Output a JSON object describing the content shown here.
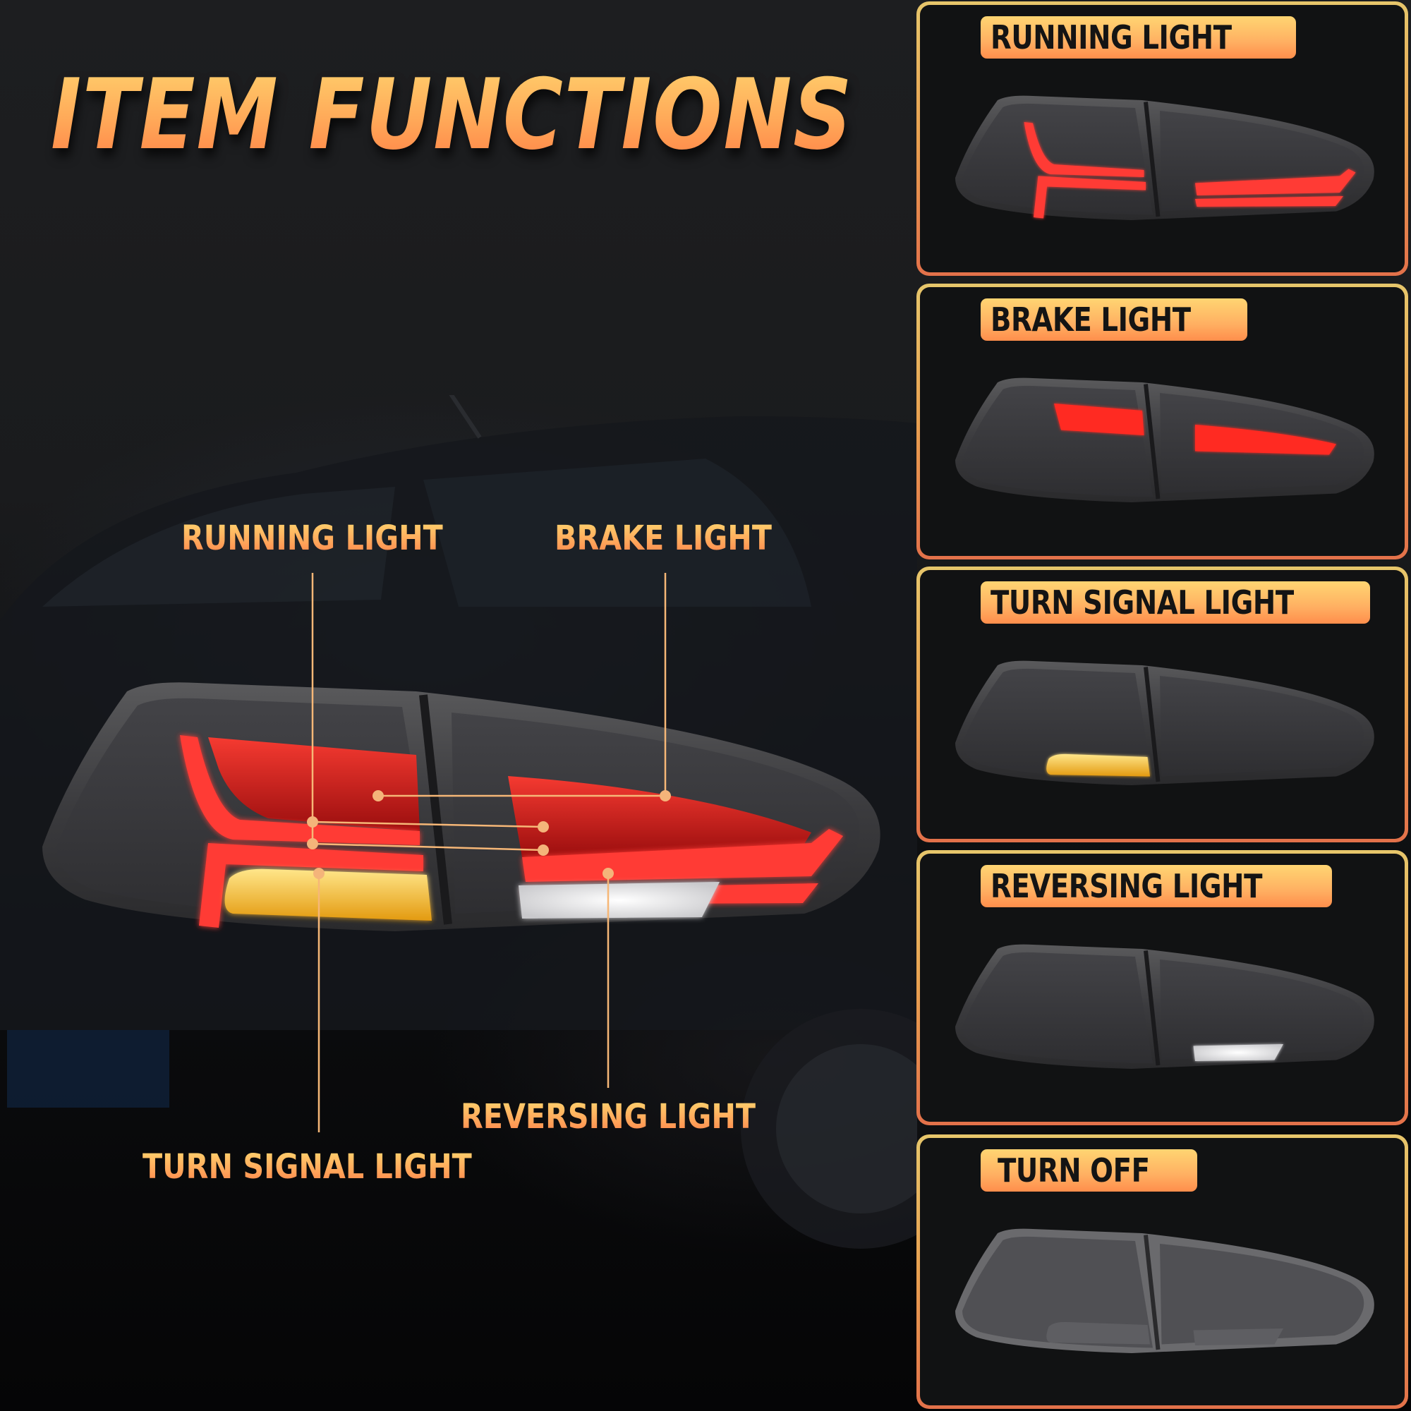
{
  "title": "ITEM FUNCTIONS",
  "colors": {
    "accent_gold": "#ffd46e",
    "accent_orange": "#ff7e45",
    "panel_border_top": "#e7c66b",
    "panel_border_bottom": "#e3714a",
    "panel_bg": "#111213",
    "red_light": "#ff2a2a",
    "amber_light": "#ffc21a",
    "white_light": "#ffffff"
  },
  "callouts": {
    "running": "RUNNING LIGHT",
    "brake": "BRAKE LIGHT",
    "reversing": "REVERSING LIGHT",
    "turn_signal": "TURN SIGNAL LIGHT"
  },
  "panels": [
    {
      "label": "RUNNING LIGHT",
      "state": "running",
      "icon": "arrow-right-icon"
    },
    {
      "label": "BRAKE LIGHT",
      "state": "brake",
      "icon": "arrow-right-icon"
    },
    {
      "label": "TURN SIGNAL LIGHT",
      "state": "turn",
      "icon": "arrow-right-icon"
    },
    {
      "label": "REVERSING LIGHT",
      "state": "reverse",
      "icon": "arrow-right-icon"
    },
    {
      "label": "TURN OFF",
      "state": "off",
      "icon": "arrow-right-icon"
    }
  ]
}
